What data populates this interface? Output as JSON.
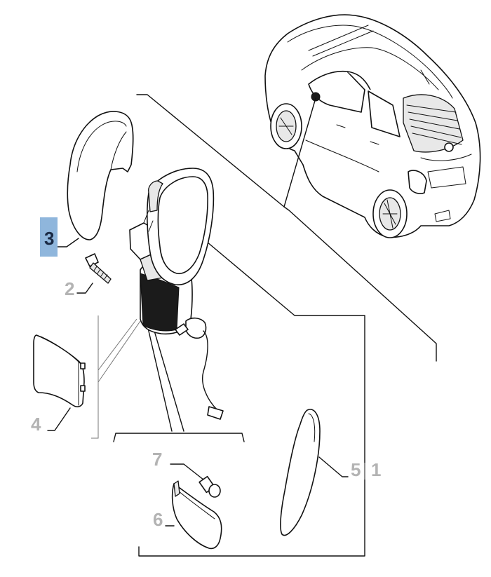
{
  "highlight_color": "#8fb6dc",
  "callouts": [
    {
      "id": "3",
      "label": "3",
      "highlighted": true
    },
    {
      "id": "2",
      "label": "2",
      "highlighted": false
    },
    {
      "id": "4",
      "label": "4",
      "highlighted": false
    },
    {
      "id": "7",
      "label": "7",
      "highlighted": false
    },
    {
      "id": "6",
      "label": "6",
      "highlighted": false
    },
    {
      "id": "5",
      "label": "5",
      "highlighted": false
    },
    {
      "id": "1",
      "label": "1",
      "highlighted": false
    }
  ],
  "parts": [
    "mirror-cap-cover",
    "mounting-screw",
    "lower-cover",
    "mirror-housing-assembly",
    "mirror-glass",
    "side-indicator-lamp",
    "indicator-bulb",
    "vehicle-illustration"
  ]
}
